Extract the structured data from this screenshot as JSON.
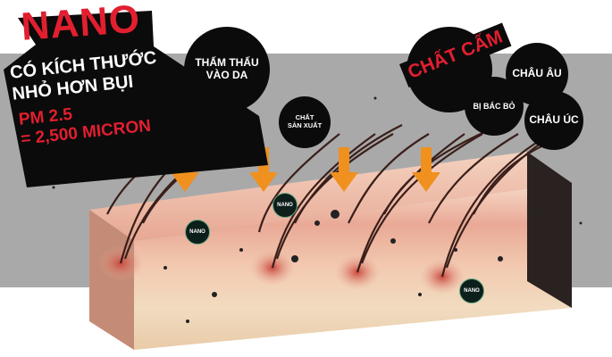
{
  "headline": {
    "title": "NANO",
    "line1": "CÓ KÍCH THƯỚC",
    "line2": "NHỎ HƠN BỤI",
    "line3": "PM 2.5",
    "line4": "= 2,500 MICRON"
  },
  "bubbles": {
    "penetrate_line1": "THẤM THẤU",
    "penetrate_line2": "VÀO DA",
    "maker_line1": "CHẤT",
    "maker_line2": "SẢN XUẤT",
    "banned": "CHẤT CẤM",
    "europe": "CHÂU ÂU",
    "rejected": "BỊ BÁC BỎ",
    "australia": "CHÂU ÚC"
  },
  "particles": {
    "label": "NANO"
  },
  "colors": {
    "accent_red": "#e21f2f",
    "arrow_orange": "#f0901e",
    "band_gray": "#a9a9a9"
  }
}
